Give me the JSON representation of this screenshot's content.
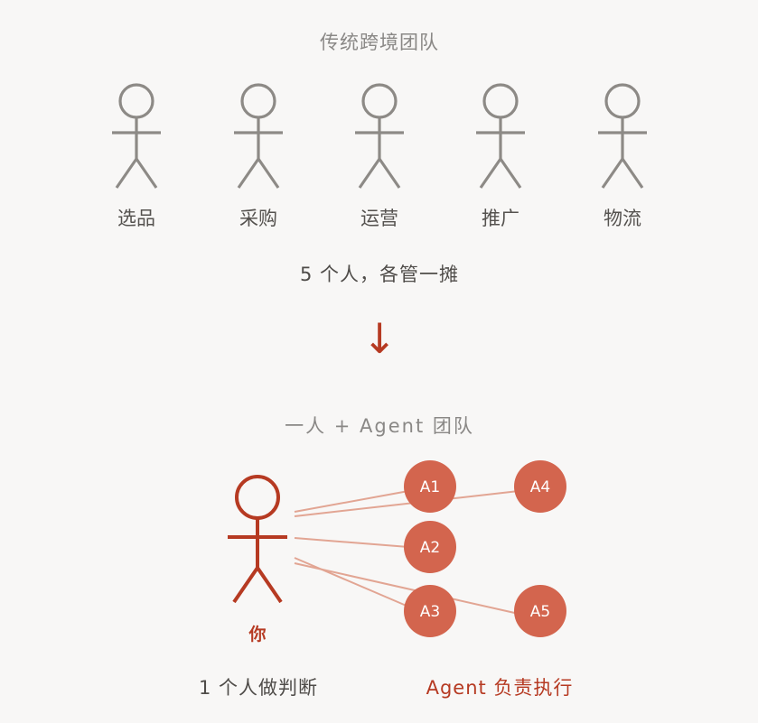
{
  "top_section": {
    "title": "传统跨境团队",
    "roles": [
      {
        "label": "选品"
      },
      {
        "label": "采购"
      },
      {
        "label": "运营"
      },
      {
        "label": "推广"
      },
      {
        "label": "物流"
      }
    ],
    "summary": "5 个人，各管一摊"
  },
  "arrow": {
    "glyph": "↓"
  },
  "bottom_section": {
    "title": "一人 + Agent 团队",
    "you_label": "你",
    "agents": [
      {
        "label": "A1"
      },
      {
        "label": "A2"
      },
      {
        "label": "A3"
      },
      {
        "label": "A4"
      },
      {
        "label": "A5"
      }
    ],
    "caption_left": "1 个人做判断",
    "caption_right": "Agent 负责执行"
  },
  "colors": {
    "background": "#f8f7f6",
    "figure_gray": "#8d8a86",
    "accent_red": "#b63a22",
    "agent_fill": "#d3654e",
    "connector": "#e2a593"
  }
}
